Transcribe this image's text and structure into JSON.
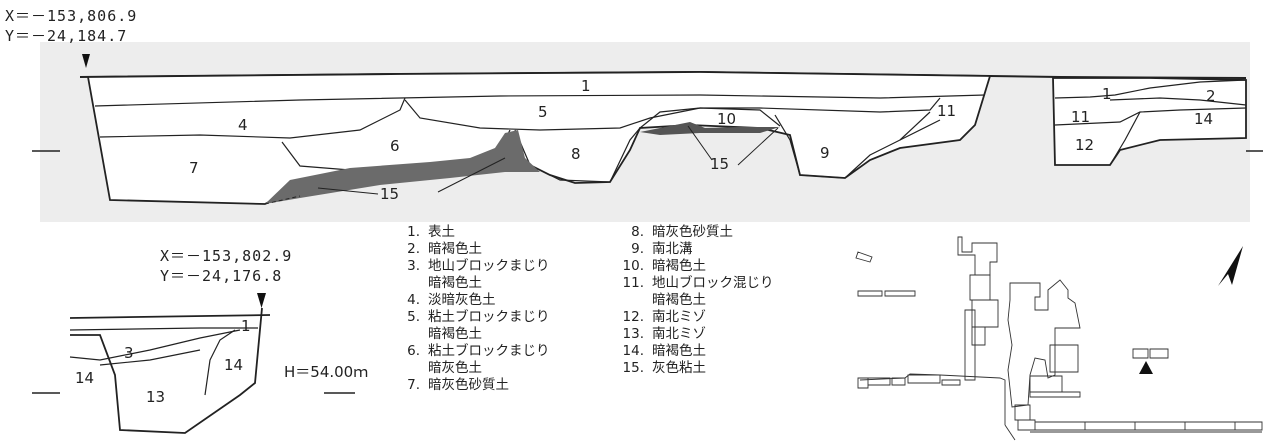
{
  "main_section": {
    "coord_x": "X＝－153,806.9",
    "coord_y": "Y＝－24,184.7",
    "layer_numbers": {
      "n1": "1",
      "n4": "4",
      "n5": "5",
      "n6": "6",
      "n7": "7",
      "n8": "8",
      "n9": "9",
      "n10": "10",
      "n11": "11",
      "n15a": "15",
      "n15b": "15"
    }
  },
  "right_section": {
    "layer_numbers": {
      "n1": "1",
      "n2": "2",
      "n11": "11",
      "n12": "12",
      "n14": "14"
    }
  },
  "small_section": {
    "coord_x": "X＝－153,802.9",
    "coord_y": "Y＝－24,176.8",
    "layer_numbers": {
      "n1": "1",
      "n3": "3",
      "n13": "13",
      "n14a": "14",
      "n14b": "14"
    }
  },
  "elevation_label": "H＝54.00ｍ",
  "legend": [
    {
      "num": "1.",
      "text": "表土"
    },
    {
      "num": "2.",
      "text": "暗褐色土"
    },
    {
      "num": "3.",
      "text": "地山ブロックまじり",
      "text2": "暗褐色土"
    },
    {
      "num": "4.",
      "text": "淡暗灰色土"
    },
    {
      "num": "5.",
      "text": "粘土ブロックまじり",
      "text2": "暗褐色土"
    },
    {
      "num": "6.",
      "text": "粘土ブロックまじり",
      "text2": "暗灰色土"
    },
    {
      "num": "7.",
      "text": "暗灰色砂質土"
    },
    {
      "num": "8.",
      "text": "暗灰色砂質土"
    },
    {
      "num": "9.",
      "text": "南北溝"
    },
    {
      "num": "10.",
      "text": "暗褐色土"
    },
    {
      "num": "11.",
      "text": "地山ブロック混じり",
      "text2": "暗褐色土"
    },
    {
      "num": "12.",
      "text": "南北ミゾ"
    },
    {
      "num": "13.",
      "text": "南北ミゾ"
    },
    {
      "num": "14.",
      "text": "暗褐色土"
    },
    {
      "num": "15.",
      "text": "灰色粘土"
    }
  ],
  "colors": {
    "line": "#222222",
    "shade_dark": "#6b6b6b",
    "shade_light": "#e6e6e6"
  }
}
